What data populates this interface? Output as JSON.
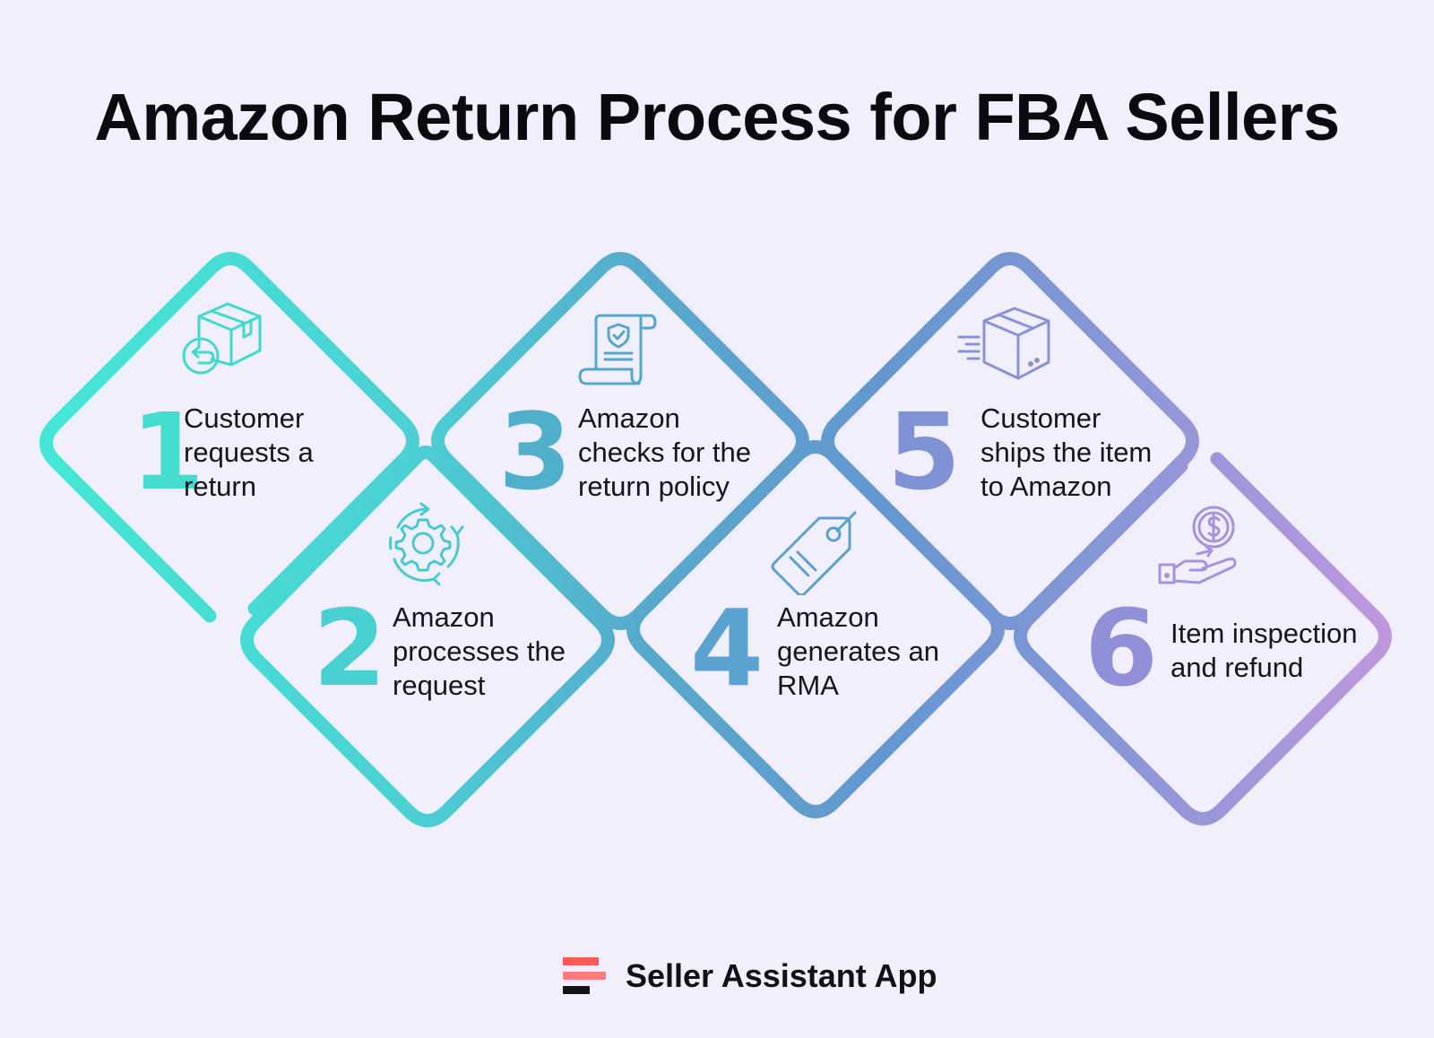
{
  "title": "Amazon Return Process for FBA Sellers",
  "steps": [
    {
      "number": "1",
      "text": "Customer\nrequests a\nreturn",
      "icon": "return-box-icon",
      "color": "#42ddd0"
    },
    {
      "number": "2",
      "text": "Amazon\nprocesses the\nrequest",
      "icon": "gear-cycle-icon",
      "color": "#4acfd2"
    },
    {
      "number": "3",
      "text": "Amazon\nchecks for the\nreturn policy",
      "icon": "policy-scroll-icon",
      "color": "#51afcb"
    },
    {
      "number": "4",
      "text": "Amazon\ngenerates an\nRMA",
      "icon": "price-tag-icon",
      "color": "#5b9bcf"
    },
    {
      "number": "5",
      "text": "Customer\nships the item\nto Amazon",
      "icon": "shipping-box-icon",
      "color": "#7e93d6"
    },
    {
      "number": "6",
      "text": "Item inspection\nand refund",
      "icon": "hand-coin-icon",
      "color": "#9d93dc"
    }
  ],
  "footer": {
    "brand": "Seller Assistant App",
    "logo_colors": [
      "#ff5a5a",
      "#ff7b7b",
      "#111116"
    ]
  }
}
